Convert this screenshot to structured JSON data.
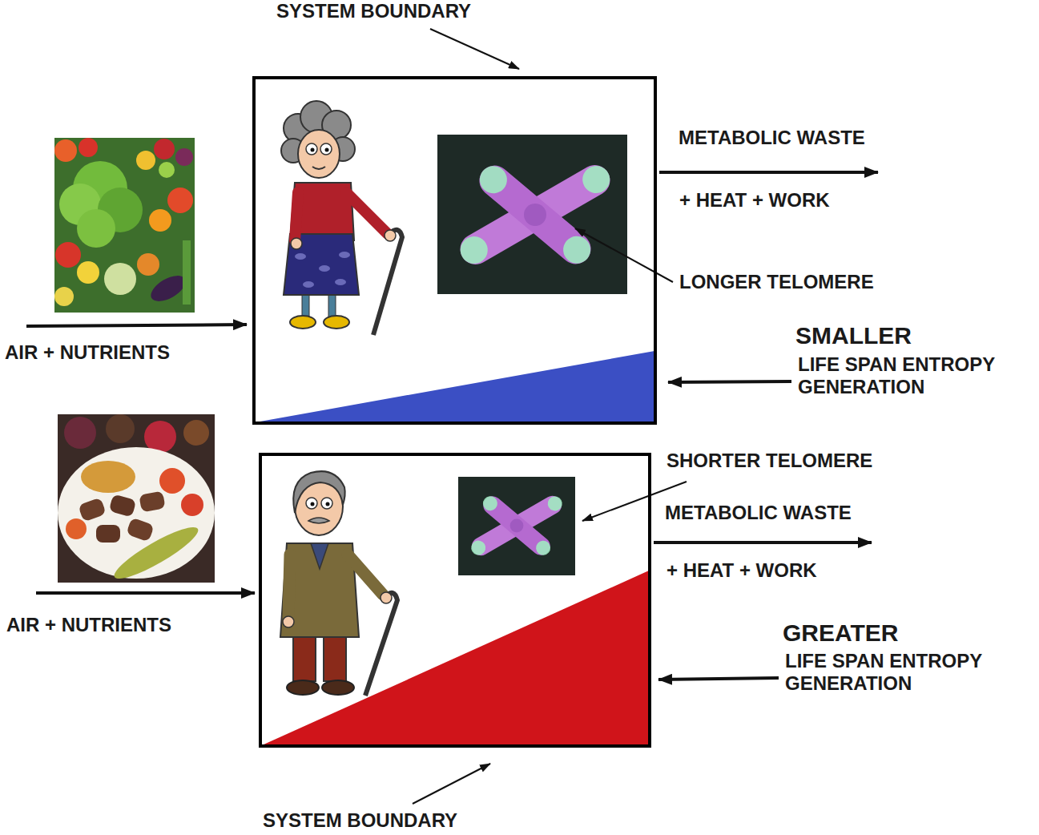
{
  "diagram": {
    "nodes": [
      {
        "text": [
          "SYSTEM BOUNDARY"
        ]
      },
      {
        "text": [
          "SYSTEM BOUNDARY"
        ]
      }
    ],
    "labels": [
      "METABOLIC WASTE",
      "+ HEAT + WORK",
      "LONGER TELOMERE",
      "SMALLER",
      "LIFE SPAN ENTROPY GENERATION",
      "AIR + NUTRIENTS",
      "SHORTER TELOMERE",
      "METABOLIC WASTE",
      "+ HEAT + WORK",
      "GREATER",
      "LIFE SPAN ENTROPY GENERATION",
      "AIR + NUTRIENTS"
    ]
  }
}
